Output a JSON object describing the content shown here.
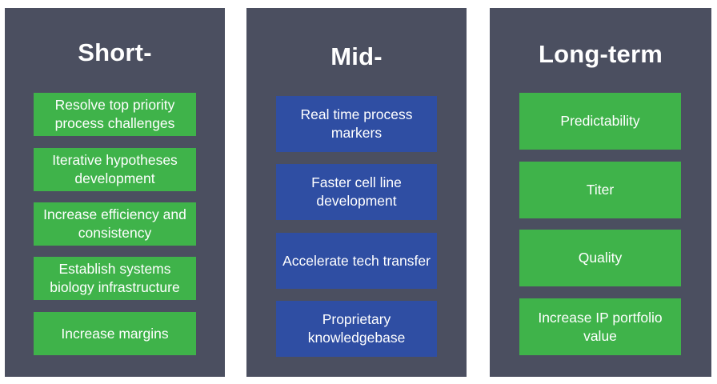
{
  "columns": [
    {
      "title": "Short-",
      "color": "#3fb34a",
      "items": [
        "Resolve top priority process challenges",
        "Iterative hypotheses development",
        "Increase efficiency and consistency",
        "Establish systems biology infrastructure",
        "Increase margins"
      ]
    },
    {
      "title": "Mid-",
      "color": "#2f4ea3",
      "items": [
        "Real time process markers",
        "Faster cell line development",
        "Accelerate tech transfer",
        "Proprietary knowledgebase"
      ]
    },
    {
      "title": "Long-term",
      "color": "#3fb34a",
      "items": [
        "Predictability",
        "Titer",
        "Quality",
        "Increase IP portfolio value"
      ]
    }
  ]
}
